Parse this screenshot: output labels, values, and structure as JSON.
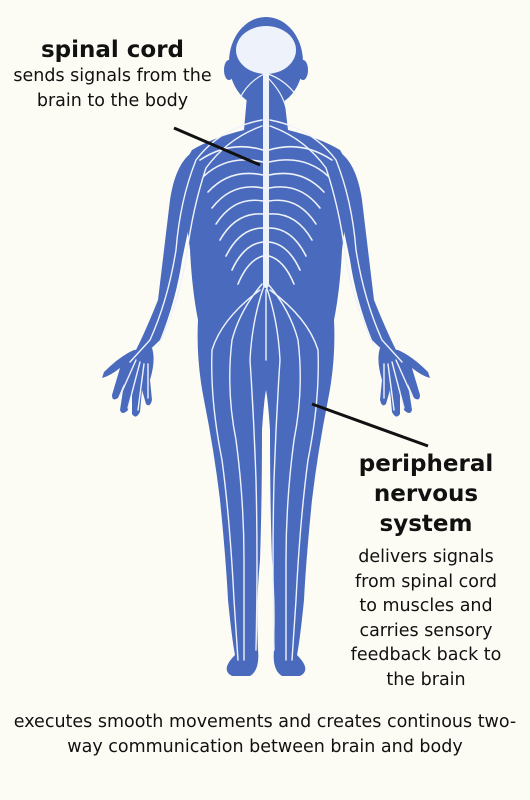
{
  "labels": {
    "spinal_cord": {
      "title": "spinal cord",
      "description": "sends signals from the brain to the body"
    },
    "peripheral": {
      "title_lines": [
        "peripheral",
        "nervous",
        "system"
      ],
      "description_lines": [
        "delivers signals",
        "from spinal cord",
        "to muscles and",
        "carries sensory",
        "feedback back to",
        "the brain"
      ]
    }
  },
  "summary": "executes smooth movements and creates continous two-way communication between brain and body",
  "colors": {
    "background": "#fdfcf4",
    "body": "#4a6bbd",
    "nerves": "#eef2fb",
    "text": "#111111"
  }
}
